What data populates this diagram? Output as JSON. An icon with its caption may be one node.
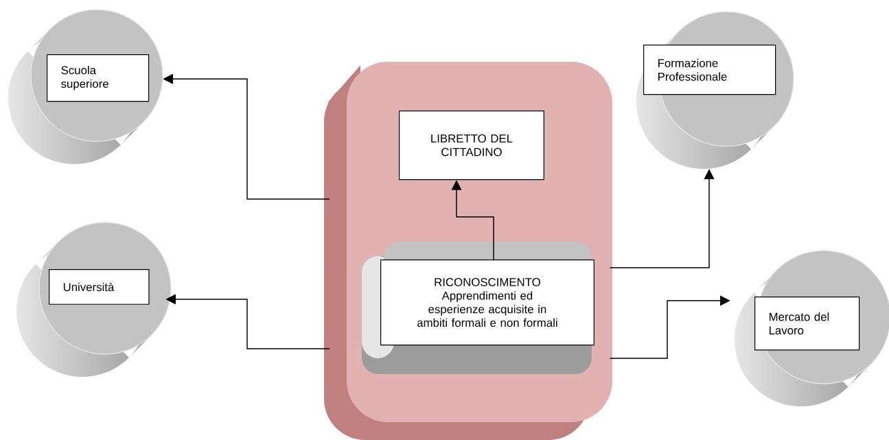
{
  "diagram": {
    "nodes": [
      {
        "text": [
          "Scuola superiore"
        ]
      },
      {
        "text": [
          "Formazione Professionale"
        ]
      },
      {
        "text": [],
        "shape": "box"
      },
      {
        "text": [
          "LIBRETTO DEL CITTADINO"
        ],
        "in": 2
      },
      {
        "text": [
          "RICONOSCIMENTO",
          "Apprendimenti ed esperienze acquisite in ambiti formali e non formali"
        ],
        "in": 2
      },
      {
        "text": [
          "Università"
        ]
      },
      {
        "text": [
          "Mercato del Lavoro"
        ]
      }
    ],
    "edges": [
      {
        "from": 2,
        "to": 0,
        "arrow": "to"
      },
      {
        "from": 2,
        "to": 5,
        "arrow": "to"
      },
      {
        "from": 4,
        "to": 3,
        "arrow": "to"
      },
      {
        "from": 2,
        "to": 1,
        "arrow": "to"
      },
      {
        "from": 2,
        "to": 6,
        "arrow": "to"
      }
    ]
  }
}
